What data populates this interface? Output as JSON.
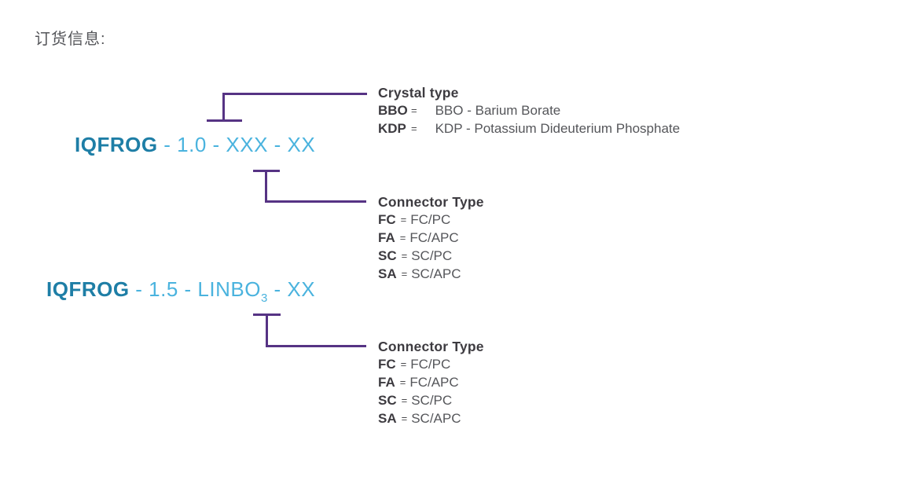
{
  "title": "订货信息:",
  "colors": {
    "line_purple": "#563384",
    "model_teal": "#1E7EA6",
    "code_blue": "#4AB3DE",
    "text_dark": "#3D3B40",
    "text_gray": "#55565A"
  },
  "part_numbers": [
    {
      "model": "IQFROG",
      "code": " - 1.0 - XXX - XX"
    },
    {
      "model": "IQFROG",
      "code_pre": " - 1.5 - LINBO",
      "subscript": "3",
      "code_post": " - XX"
    }
  ],
  "callouts": [
    {
      "heading": "Crystal type",
      "entries": [
        {
          "key": "BBO",
          "eq": "=",
          "value": "BBO - Barium Borate"
        },
        {
          "key": "KDP",
          "eq": "=",
          "value": "KDP - Potassium Dideuterium Phosphate"
        }
      ]
    },
    {
      "heading": "Connector Type",
      "entries": [
        {
          "key": "FC",
          "eq": "=",
          "value": "FC/PC"
        },
        {
          "key": "FA",
          "eq": "=",
          "value": "FC/APC"
        },
        {
          "key": "SC",
          "eq": "=",
          "value": "SC/PC"
        },
        {
          "key": "SA",
          "eq": "=",
          "value": "SC/APC"
        }
      ]
    },
    {
      "heading": "Connector Type",
      "entries": [
        {
          "key": "FC",
          "eq": "=",
          "value": "FC/PC"
        },
        {
          "key": "FA",
          "eq": "=",
          "value": "FC/APC"
        },
        {
          "key": "SC",
          "eq": "=",
          "value": "SC/PC"
        },
        {
          "key": "SA",
          "eq": "=",
          "value": "SC/APC"
        }
      ]
    }
  ]
}
